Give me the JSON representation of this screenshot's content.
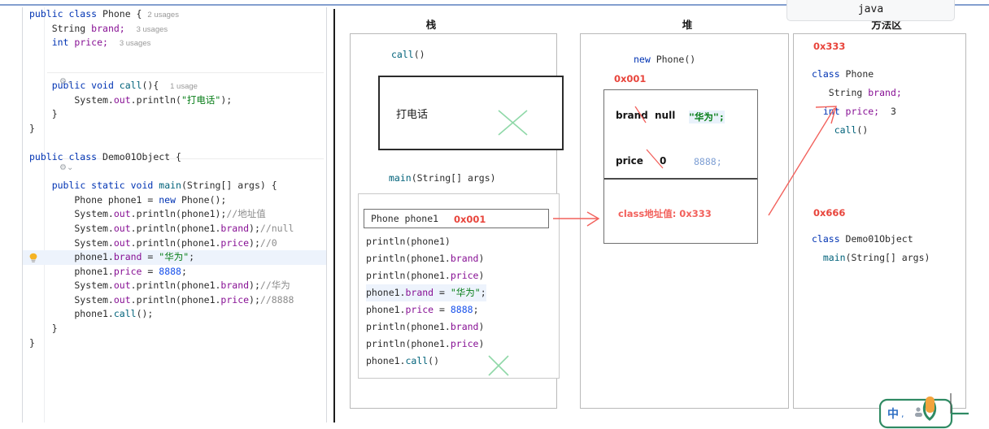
{
  "window": {
    "tab_label": "java"
  },
  "editor": {
    "lines": [
      {
        "id": "l1",
        "segs": [
          {
            "t": "public class ",
            "c": "kw"
          },
          {
            "t": "Phone { ",
            "c": ""
          },
          {
            "t": "2 usages",
            "c": "usg"
          }
        ]
      },
      {
        "id": "l2",
        "segs": [
          {
            "t": "    String ",
            "c": ""
          },
          {
            "t": "brand;",
            "c": "fld"
          },
          {
            "t": "  ",
            "c": ""
          },
          {
            "t": "3 usages",
            "c": "usg"
          }
        ]
      },
      {
        "id": "l3",
        "segs": [
          {
            "t": "    ",
            "c": ""
          },
          {
            "t": "int ",
            "c": "kw"
          },
          {
            "t": "price;",
            "c": "fld"
          },
          {
            "t": "  ",
            "c": ""
          },
          {
            "t": "3 usages",
            "c": "usg"
          }
        ]
      },
      {
        "id": "l4",
        "segs": [
          {
            "t": "",
            "c": ""
          }
        ]
      },
      {
        "id": "l5",
        "segs": [
          {
            "t": "",
            "c": ""
          }
        ]
      },
      {
        "id": "l6",
        "segs": [
          {
            "t": "    ",
            "c": ""
          },
          {
            "t": "public void ",
            "c": "kw"
          },
          {
            "t": "call",
            "c": "fn"
          },
          {
            "t": "(){  ",
            "c": ""
          },
          {
            "t": "1 usage",
            "c": "usg"
          }
        ]
      },
      {
        "id": "l7",
        "segs": [
          {
            "t": "        System.",
            "c": ""
          },
          {
            "t": "out",
            "c": "fld"
          },
          {
            "t": ".println(",
            "c": ""
          },
          {
            "t": "\"打电话\"",
            "c": "str"
          },
          {
            "t": ");",
            "c": ""
          }
        ]
      },
      {
        "id": "l8",
        "segs": [
          {
            "t": "    }",
            "c": ""
          }
        ]
      },
      {
        "id": "l9",
        "segs": [
          {
            "t": "}",
            "c": ""
          }
        ]
      },
      {
        "id": "l10",
        "segs": [
          {
            "t": "",
            "c": ""
          }
        ]
      },
      {
        "id": "l11",
        "segs": [
          {
            "t": "public class ",
            "c": "kw"
          },
          {
            "t": "Demo01Object {",
            "c": ""
          }
        ]
      },
      {
        "id": "l12",
        "segs": [
          {
            "t": "",
            "c": ""
          }
        ]
      },
      {
        "id": "l13",
        "segs": [
          {
            "t": "    ",
            "c": ""
          },
          {
            "t": "public static void ",
            "c": "kw"
          },
          {
            "t": "main",
            "c": "fn"
          },
          {
            "t": "(String[] args) {",
            "c": ""
          }
        ]
      },
      {
        "id": "l14",
        "segs": [
          {
            "t": "        Phone phone1 = ",
            "c": ""
          },
          {
            "t": "new ",
            "c": "kw"
          },
          {
            "t": "Phone();",
            "c": ""
          }
        ]
      },
      {
        "id": "l15",
        "segs": [
          {
            "t": "        System.",
            "c": ""
          },
          {
            "t": "out",
            "c": "fld"
          },
          {
            "t": ".println(phone1);",
            "c": ""
          },
          {
            "t": "//地址值",
            "c": "cmt"
          }
        ]
      },
      {
        "id": "l16",
        "segs": [
          {
            "t": "        System.",
            "c": ""
          },
          {
            "t": "out",
            "c": "fld"
          },
          {
            "t": ".println(phone1.",
            "c": ""
          },
          {
            "t": "brand",
            "c": "fld"
          },
          {
            "t": ");",
            "c": ""
          },
          {
            "t": "//null",
            "c": "cmt"
          }
        ]
      },
      {
        "id": "l17",
        "segs": [
          {
            "t": "        System.",
            "c": ""
          },
          {
            "t": "out",
            "c": "fld"
          },
          {
            "t": ".println(phone1.",
            "c": ""
          },
          {
            "t": "price",
            "c": "fld"
          },
          {
            "t": ");",
            "c": ""
          },
          {
            "t": "//0",
            "c": "cmt"
          }
        ]
      },
      {
        "id": "l18",
        "hl": true,
        "bulb": true,
        "segs": [
          {
            "t": "        phone1.",
            "c": ""
          },
          {
            "t": "brand",
            "c": "fld"
          },
          {
            "t": " = ",
            "c": ""
          },
          {
            "t": "\"华为\"",
            "c": "str"
          },
          {
            "t": ";",
            "c": ""
          }
        ]
      },
      {
        "id": "l19",
        "segs": [
          {
            "t": "        phone1.",
            "c": ""
          },
          {
            "t": "price",
            "c": "fld"
          },
          {
            "t": " = ",
            "c": ""
          },
          {
            "t": "8888",
            "c": "num"
          },
          {
            "t": ";",
            "c": ""
          }
        ]
      },
      {
        "id": "l20",
        "segs": [
          {
            "t": "        System.",
            "c": ""
          },
          {
            "t": "out",
            "c": "fld"
          },
          {
            "t": ".println(phone1.",
            "c": ""
          },
          {
            "t": "brand",
            "c": "fld"
          },
          {
            "t": ");",
            "c": ""
          },
          {
            "t": "//华为",
            "c": "cmt"
          }
        ]
      },
      {
        "id": "l21",
        "segs": [
          {
            "t": "        System.",
            "c": ""
          },
          {
            "t": "out",
            "c": "fld"
          },
          {
            "t": ".println(phone1.",
            "c": ""
          },
          {
            "t": "price",
            "c": "fld"
          },
          {
            "t": ");",
            "c": ""
          },
          {
            "t": "//8888",
            "c": "cmt"
          }
        ]
      },
      {
        "id": "l22",
        "segs": [
          {
            "t": "        phone1.",
            "c": ""
          },
          {
            "t": "call",
            "c": "fn"
          },
          {
            "t": "();",
            "c": ""
          }
        ]
      },
      {
        "id": "l23",
        "segs": [
          {
            "t": "    }",
            "c": ""
          }
        ]
      },
      {
        "id": "l24",
        "segs": [
          {
            "t": "}",
            "c": ""
          }
        ]
      }
    ]
  },
  "stack": {
    "title": "栈",
    "call_label": "call()",
    "call_frame_text": "打电话",
    "main_label": "main(String[] args)",
    "var_decl": "Phone phone1",
    "var_addr": "0x001",
    "body": [
      {
        "segs": [
          {
            "t": "println(phone1)",
            "c": ""
          }
        ]
      },
      {
        "segs": [
          {
            "t": "println(phone1.",
            "c": ""
          },
          {
            "t": "brand",
            "c": "fld"
          },
          {
            "t": ")",
            "c": ""
          }
        ]
      },
      {
        "segs": [
          {
            "t": "println(phone1.",
            "c": ""
          },
          {
            "t": "price",
            "c": "fld"
          },
          {
            "t": ")",
            "c": ""
          }
        ]
      },
      {
        "hl": true,
        "segs": [
          {
            "t": "phone1.",
            "c": ""
          },
          {
            "t": "brand",
            "c": "fld"
          },
          {
            "t": " = ",
            "c": ""
          },
          {
            "t": "\"华为\"",
            "c": "str"
          },
          {
            "t": ";",
            "c": ""
          }
        ]
      },
      {
        "segs": [
          {
            "t": "phone1.",
            "c": ""
          },
          {
            "t": "price",
            "c": "fld"
          },
          {
            "t": " = ",
            "c": ""
          },
          {
            "t": "8888",
            "c": "num"
          },
          {
            "t": ";",
            "c": ""
          }
        ]
      },
      {
        "segs": [
          {
            "t": "println(phone1.",
            "c": ""
          },
          {
            "t": "brand",
            "c": "fld"
          },
          {
            "t": ")",
            "c": ""
          }
        ]
      },
      {
        "segs": [
          {
            "t": "println(phone1.",
            "c": ""
          },
          {
            "t": "price",
            "c": "fld"
          },
          {
            "t": ")",
            "c": ""
          }
        ]
      },
      {
        "segs": [
          {
            "t": "phone1.",
            "c": ""
          },
          {
            "t": "call",
            "c": "fn"
          },
          {
            "t": "()",
            "c": ""
          }
        ]
      }
    ]
  },
  "heap": {
    "title": "堆",
    "new_label_kw": "new",
    "new_label_rest": " Phone()",
    "address": "0x001",
    "fields": [
      {
        "name": "brand",
        "old": "null",
        "new": "\"华为\";",
        "new_color": "#067d17",
        "highlight": true
      },
      {
        "name": "price",
        "old": "0",
        "new": "8888;",
        "new_color": "#7e9fd4",
        "highlight": false
      }
    ],
    "class_addr_note": "class地址值: 0x333"
  },
  "method_area": {
    "title": "方法区",
    "block1_addr": "0x333",
    "block1": [
      {
        "segs": [
          {
            "t": "class ",
            "c": "kw"
          },
          {
            "t": "Phone",
            "c": ""
          }
        ]
      },
      {
        "segs": [
          {
            "t": "   String ",
            "c": ""
          },
          {
            "t": "brand;",
            "c": "fld"
          }
        ]
      },
      {
        "segs": [
          {
            "t": "  int ",
            "c": "kw"
          },
          {
            "t": "price;",
            "c": "fld"
          },
          {
            "t": "  3",
            "c": ""
          }
        ]
      },
      {
        "segs": [
          {
            "t": "    ",
            "c": ""
          },
          {
            "t": "call",
            "c": "fn"
          },
          {
            "t": "()",
            "c": ""
          }
        ]
      }
    ],
    "block2_addr": "0x666",
    "block2": [
      {
        "segs": [
          {
            "t": "class ",
            "c": "kw"
          },
          {
            "t": "Demo01Object",
            "c": ""
          }
        ]
      },
      {
        "segs": [
          {
            "t": "  ",
            "c": ""
          },
          {
            "t": "main",
            "c": "fn"
          },
          {
            "t": "(String[] args)",
            "c": ""
          }
        ]
      }
    ]
  },
  "ime": {
    "mode_label": "中",
    "punct_label": "；"
  },
  "colors": {
    "keyword": "#0033b3",
    "field": "#871094",
    "method": "#00627a",
    "string": "#067d17",
    "number": "#1750eb",
    "comment": "#8c8c8c",
    "annotation_red": "#e8453c",
    "annotation_green": "#8fd8a8",
    "divider_black": "#1c1c1c",
    "top_rule_blue": "#5b7fbf"
  }
}
